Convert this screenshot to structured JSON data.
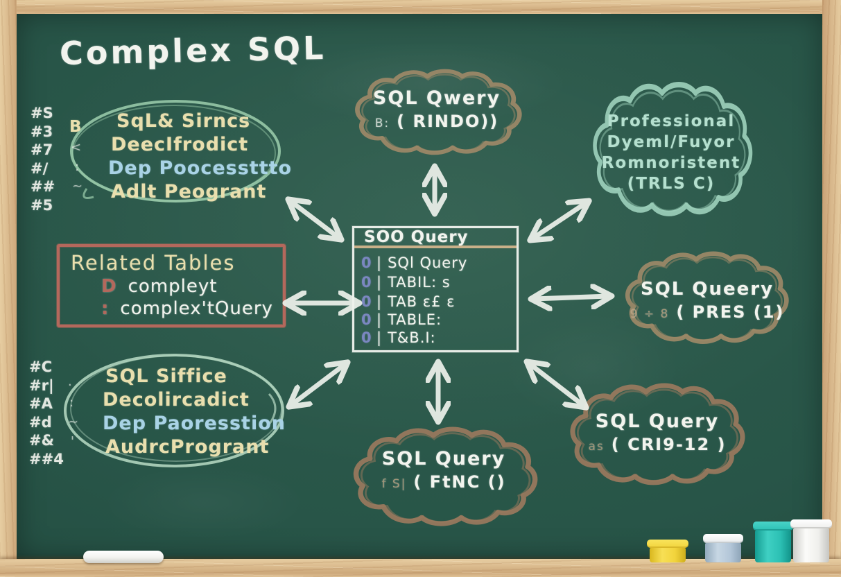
{
  "title": "Complex SQL",
  "palette": {
    "board_green": "#285548",
    "frame_wood": "#d9b98c",
    "chalk_white": "#f2f4ee",
    "chalk_cream": "#e9dfae",
    "chalk_blue": "#a9d3e6",
    "chalk_teal": "#b5e0cf",
    "cloud_tan": "#a08a68",
    "cloud_teal": "#9fd2bd",
    "box_red": "#b4685c",
    "row_marker_blue": "#7b87c0",
    "jar_yellow": "#f2d43c",
    "jar_bluegray": "#b3c6d8",
    "jar_teal": "#2cc0b4",
    "jar_white": "#f2f2f0"
  },
  "bubble_top_left": {
    "markers": [
      "#S",
      "#3",
      "#7",
      "#/",
      "##",
      "#5"
    ],
    "side_marks": [
      "B",
      "<",
      ":",
      "~"
    ],
    "lines": [
      {
        "text": "SqL& Sirncs"
      },
      {
        "text": "DeecIfrodict"
      },
      {
        "text": "Dep Poocessttto"
      },
      {
        "text": "Adlt Peogrant"
      }
    ]
  },
  "related_box": {
    "title": "Related Tables",
    "items": [
      {
        "bullet": "D",
        "text": "compleyt"
      },
      {
        "bullet": ":",
        "text": "complex'tQuery"
      }
    ]
  },
  "bubble_bottom_left": {
    "markers": [
      "#C",
      "#r|",
      "#A",
      "#d",
      "#&",
      "##4"
    ],
    "side_marks": [
      ".",
      ":",
      "~",
      "'"
    ],
    "lines": [
      {
        "text": "SQL Siffice"
      },
      {
        "text": "Decolircadict"
      },
      {
        "text": "Dep Paoresstion"
      },
      {
        "text": "AudrcProgrant"
      }
    ]
  },
  "center_table": {
    "header": "SOO Query",
    "rows": [
      {
        "num": "0",
        "label": "SQl Query"
      },
      {
        "num": "0",
        "label": "TABIL: s"
      },
      {
        "num": "0",
        "label": "TAB ɛ£ ɛ"
      },
      {
        "num": "0",
        "label": "TABLE:"
      },
      {
        "num": "0",
        "label": "T&B.I:"
      }
    ]
  },
  "cloud_top": {
    "line1": "SQL Qwery",
    "prefix": "B:",
    "line2": "( RINDO))"
  },
  "cloud_top_right": {
    "lines": [
      "Professional",
      "Dyeml/Fuyor",
      "Romnoristent",
      "(TRLS C)"
    ]
  },
  "cloud_right": {
    "line1": "SQL Queery",
    "prefix": "9 ÷ 8",
    "line2": "( PRES (1)"
  },
  "cloud_bottom": {
    "line1": "SQL Query",
    "prefix": "f S|",
    "line2": "( FtNC ()"
  },
  "cloud_bottom_right": {
    "line1": "SQL Query",
    "prefix": "as",
    "line2": "( CRI9-12 )"
  }
}
